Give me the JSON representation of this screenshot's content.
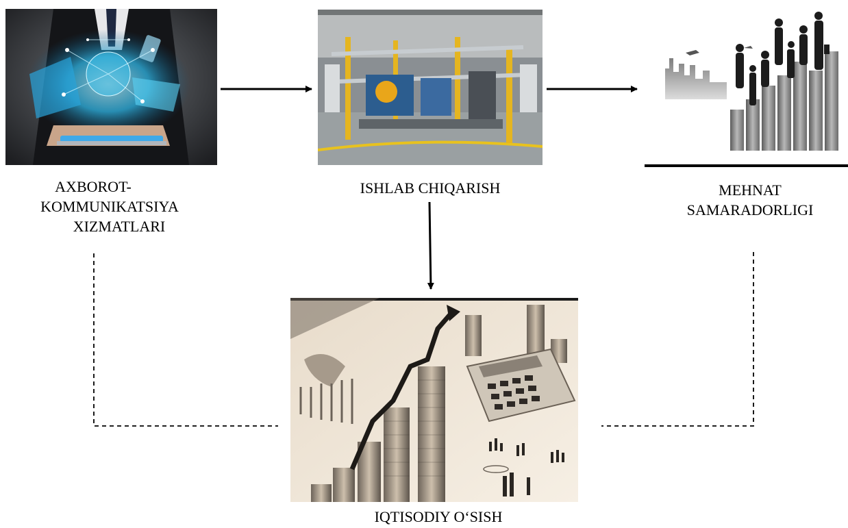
{
  "nodes": {
    "ict": {
      "label_lines": [
        "AXBOROT-",
        "KOMMUNIKATSIYA",
        "XIZMATLARI"
      ],
      "image": "business-person-holding-tablet-with-holographic-network-icons"
    },
    "production": {
      "label": "ISHLAB CHIQARISH",
      "image": "automated-factory-production-line"
    },
    "productivity": {
      "label_lines": [
        "MEHNAT",
        "SAMARADORLIGI"
      ],
      "image": "business-people-silhouettes-on-rising-bar-chart"
    },
    "growth": {
      "label": "IQTISODIY O‘SISH",
      "image": "coin-stacks-with-rising-arrow-and-calculator"
    }
  },
  "edges": [
    {
      "from": "ict",
      "to": "production",
      "style": "solid-arrow"
    },
    {
      "from": "production",
      "to": "productivity",
      "style": "solid-arrow"
    },
    {
      "from": "production",
      "to": "growth",
      "style": "solid-arrow"
    },
    {
      "from": "ict",
      "to": "growth",
      "style": "dashed"
    },
    {
      "from": "productivity",
      "to": "growth",
      "style": "dashed"
    }
  ]
}
